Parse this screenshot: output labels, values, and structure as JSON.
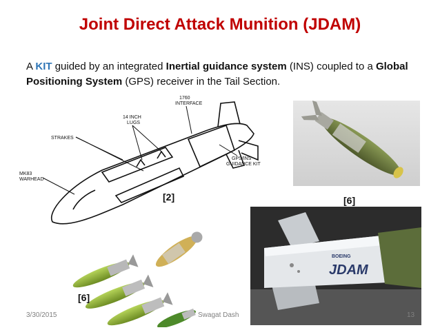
{
  "slide": {
    "title": "Joint Direct Attack Munition (JDAM)",
    "para": {
      "t1": "A ",
      "kit": "KIT",
      "t2": " guided by an integrated ",
      "ins": "Inertial guidance system",
      "t3": " (INS) coupled to a ",
      "gps": "Global Positioning System",
      "t4": " (GPS) receiver in the Tail Section."
    },
    "refs": {
      "diagram": "[2]",
      "photo_top": "[6]",
      "photo_left": "[6]"
    },
    "diagram_labels": {
      "interface": "1760\nINTERFACE",
      "lugs": "14 INCH\nLUGS",
      "strakes": "STRAKES",
      "kit": "GPS/INS\nGUIDANCE KIT",
      "warhead": "MK83\nWARHEAD"
    },
    "photo_text": {
      "brand": "BOEING",
      "jdam": "JDAM"
    },
    "footer": {
      "date": "3/30/2015",
      "author": "Swagat Dash",
      "page": "13"
    }
  },
  "colors": {
    "title": "#c00000",
    "kit": "#2e75b6",
    "bomb_green": "#6b7a3e"
  }
}
